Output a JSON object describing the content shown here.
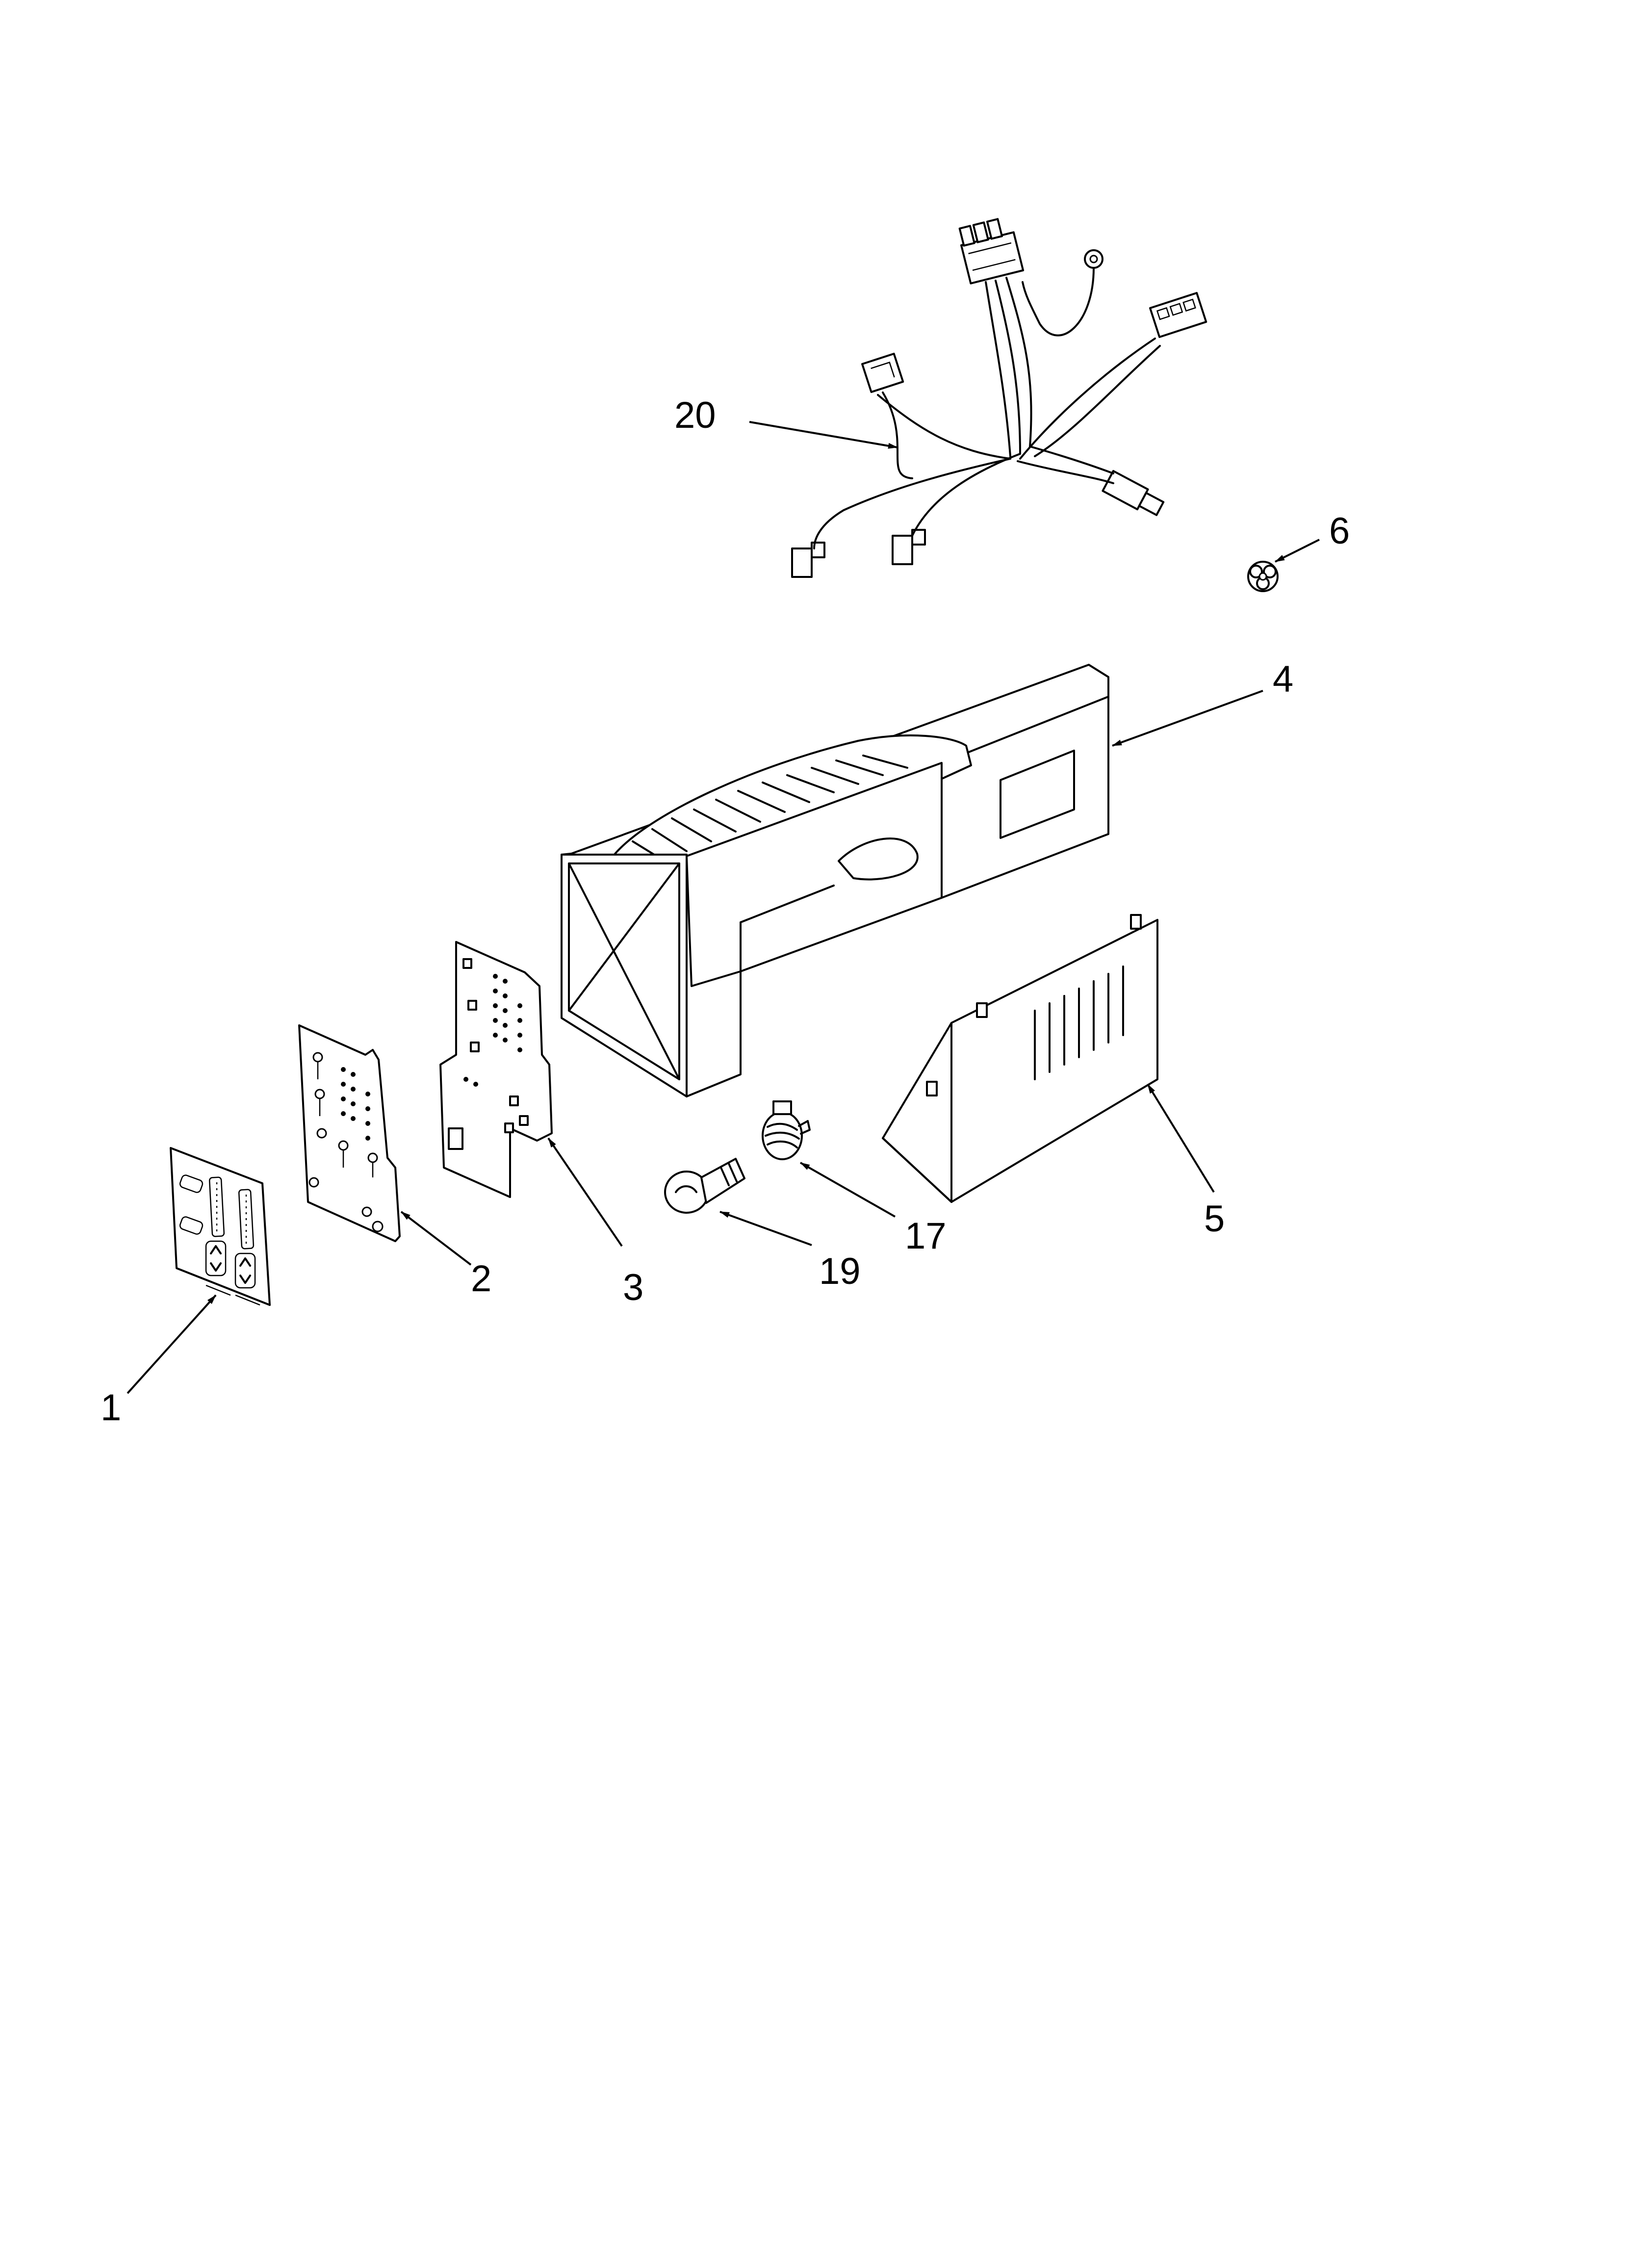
{
  "diagram": {
    "callouts": [
      {
        "id": "1",
        "text": "1"
      },
      {
        "id": "2",
        "text": "2"
      },
      {
        "id": "3",
        "text": "3"
      },
      {
        "id": "4",
        "text": "4"
      },
      {
        "id": "5",
        "text": "5"
      },
      {
        "id": "6",
        "text": "6"
      },
      {
        "id": "17",
        "text": "17"
      },
      {
        "id": "19",
        "text": "19"
      },
      {
        "id": "20",
        "text": "20"
      }
    ],
    "parts": [
      {
        "callout": "1",
        "icon": "control-overlay-icon"
      },
      {
        "callout": "2",
        "icon": "keypad-board-icon"
      },
      {
        "callout": "3",
        "icon": "control-board-icon"
      },
      {
        "callout": "4",
        "icon": "dispenser-housing-icon"
      },
      {
        "callout": "5",
        "icon": "cover-panel-icon"
      },
      {
        "callout": "6",
        "icon": "clip-icon"
      },
      {
        "callout": "17",
        "icon": "socket-icon"
      },
      {
        "callout": "19",
        "icon": "bulb-icon"
      },
      {
        "callout": "20",
        "icon": "wire-harness-icon"
      }
    ],
    "colors": {
      "ink": "#000000",
      "paper": "#ffffff"
    }
  }
}
